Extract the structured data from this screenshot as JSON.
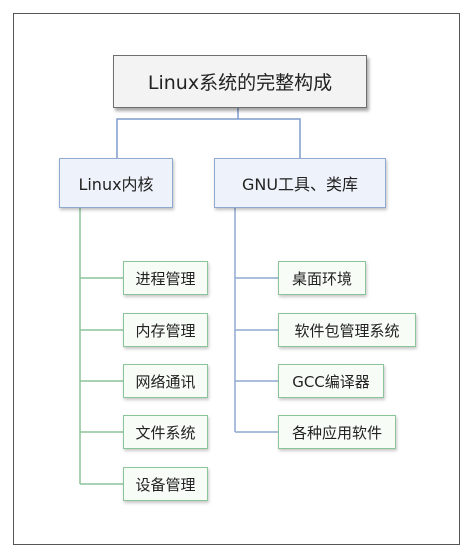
{
  "diagram": {
    "root": {
      "label": "Linux系统的完整构成"
    },
    "branches": [
      {
        "label": "Linux内核",
        "children": [
          "进程管理",
          "内存管理",
          "网络通讯",
          "文件系统",
          "设备管理"
        ]
      },
      {
        "label": "GNU工具、类库",
        "children": [
          "桌面环境",
          "软件包管理系统",
          "GCC编译器",
          "各种应用软件"
        ]
      }
    ],
    "colors": {
      "root_border": "#6f6f6f",
      "branch_line": "#7f9ccc",
      "left_leaf_line": "#8bc49a",
      "right_leaf_line": "#8fa9d0"
    }
  }
}
